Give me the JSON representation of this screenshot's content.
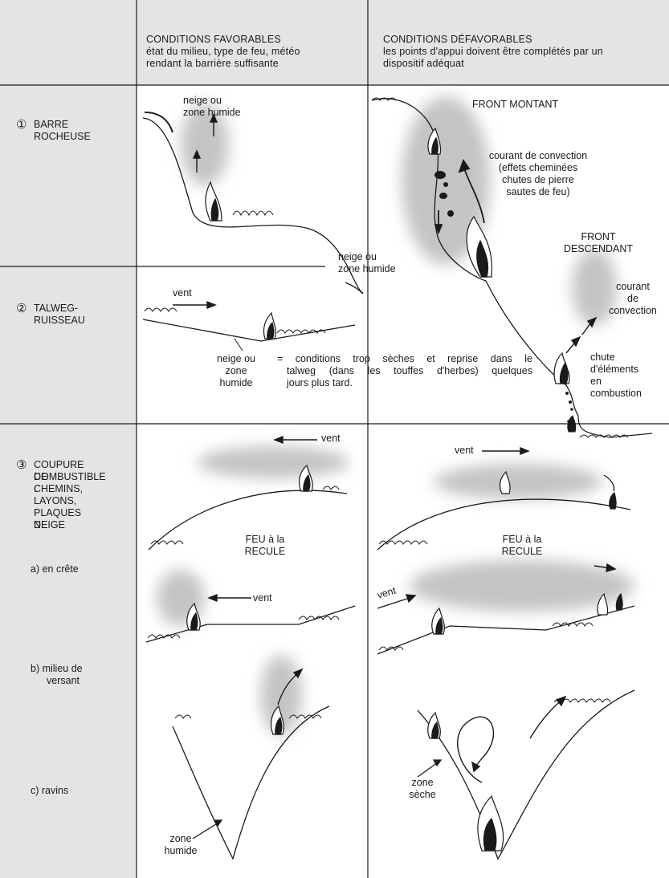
{
  "header": {
    "favorable": {
      "title": "CONDITIONS FAVORABLES",
      "desc": [
        "état du milieu, type de feu, météo",
        "rendant la barrière suffisante"
      ]
    },
    "unfavorable": {
      "title": "CONDITIONS DÉFAVORABLES",
      "desc": [
        "les points d'appui doivent être complétés par un",
        "dispositif adéquat"
      ]
    }
  },
  "rows": {
    "r1": {
      "num": "①",
      "lines": [
        "BARRE",
        "ROCHEUSE"
      ]
    },
    "r2": {
      "num": "②",
      "lines": [
        "TALWEG-",
        "RUISSEAU"
      ]
    },
    "r3": {
      "num": "③",
      "lines": [
        "COUPURE DE",
        "COMBUSTIBLE :",
        "CHEMINS,",
        "LAYONS,",
        "PLAQUES DE",
        "NEIGE"
      ]
    },
    "sub_a": "a)  en crête",
    "sub_b": [
      "b)  milieu de",
      "versant"
    ],
    "sub_c": "c)  ravins"
  },
  "labels": {
    "neige_zone_1": [
      "neige ou",
      "zone humide"
    ],
    "neige_zone_2": [
      "neige ou",
      "zone humide"
    ],
    "neige_zone_3": [
      "neige ou",
      "zone",
      "humide"
    ],
    "front_montant": "FRONT MONTANT",
    "courant_convection_1": [
      "courant de convection",
      "(effets cheminées",
      "chutes de pierre",
      "sautes de feu)"
    ],
    "front_descendant": [
      "FRONT",
      "DESCENDANT"
    ],
    "courant_convection_2": [
      "courant",
      "de",
      "convection"
    ],
    "chute": [
      "chute",
      "d'éléments",
      "en",
      "combustion"
    ],
    "vent": "vent",
    "conditions": [
      "= conditions trop sèches et reprise dans le",
      "talweg (dans les touffes d'herbes) quelques",
      "jours plus tard."
    ],
    "feu_recule": [
      "FEU à la",
      "RECULE"
    ],
    "zone_humide": [
      "zone",
      "humide"
    ],
    "zone_seche": [
      "zone",
      "sèche"
    ]
  },
  "colors": {
    "sidebar": "#e4e4e4",
    "header_bg": "#e4e4e4",
    "smoke": "#c4c4c4",
    "ink": "#1a1a1a"
  }
}
